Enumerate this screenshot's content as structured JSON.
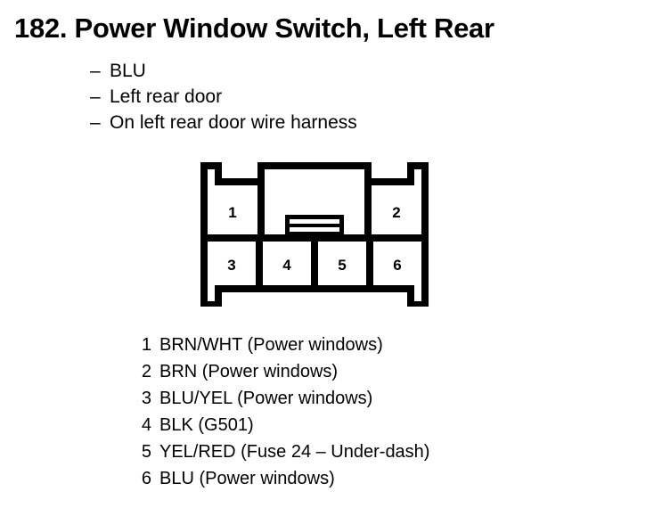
{
  "page": {
    "item_number": "182.",
    "title": "182. Power Window Switch, Left Rear",
    "background_color": "#ffffff",
    "ink_color": "#000000"
  },
  "attributes": {
    "marker": "–",
    "items": [
      {
        "text": "BLU"
      },
      {
        "text": "Left rear door"
      },
      {
        "text": "On left rear door wire harness"
      }
    ]
  },
  "connector": {
    "name": "6-way connector footprint",
    "latch_tab": "center-latch-tab",
    "rows": [
      {
        "cells": [
          {
            "label": "1"
          },
          {
            "label": "2"
          }
        ]
      },
      {
        "cells": [
          {
            "label": "3"
          },
          {
            "label": "4"
          },
          {
            "label": "5"
          },
          {
            "label": "6"
          }
        ]
      }
    ],
    "cell_labels": [
      "1",
      "2",
      "3",
      "4",
      "5",
      "6"
    ]
  },
  "pin_legend": {
    "rows": [
      {
        "pin": "1",
        "description": "BRN/WHT (Power windows)"
      },
      {
        "pin": "2",
        "description": "BRN (Power windows)"
      },
      {
        "pin": "3",
        "description": "BLU/YEL (Power windows)"
      },
      {
        "pin": "4",
        "description": "BLK (G501)"
      },
      {
        "pin": "5",
        "description": "YEL/RED (Fuse 24 – Under-dash)"
      },
      {
        "pin": "6",
        "description": "BLU (Power windows)"
      }
    ]
  }
}
